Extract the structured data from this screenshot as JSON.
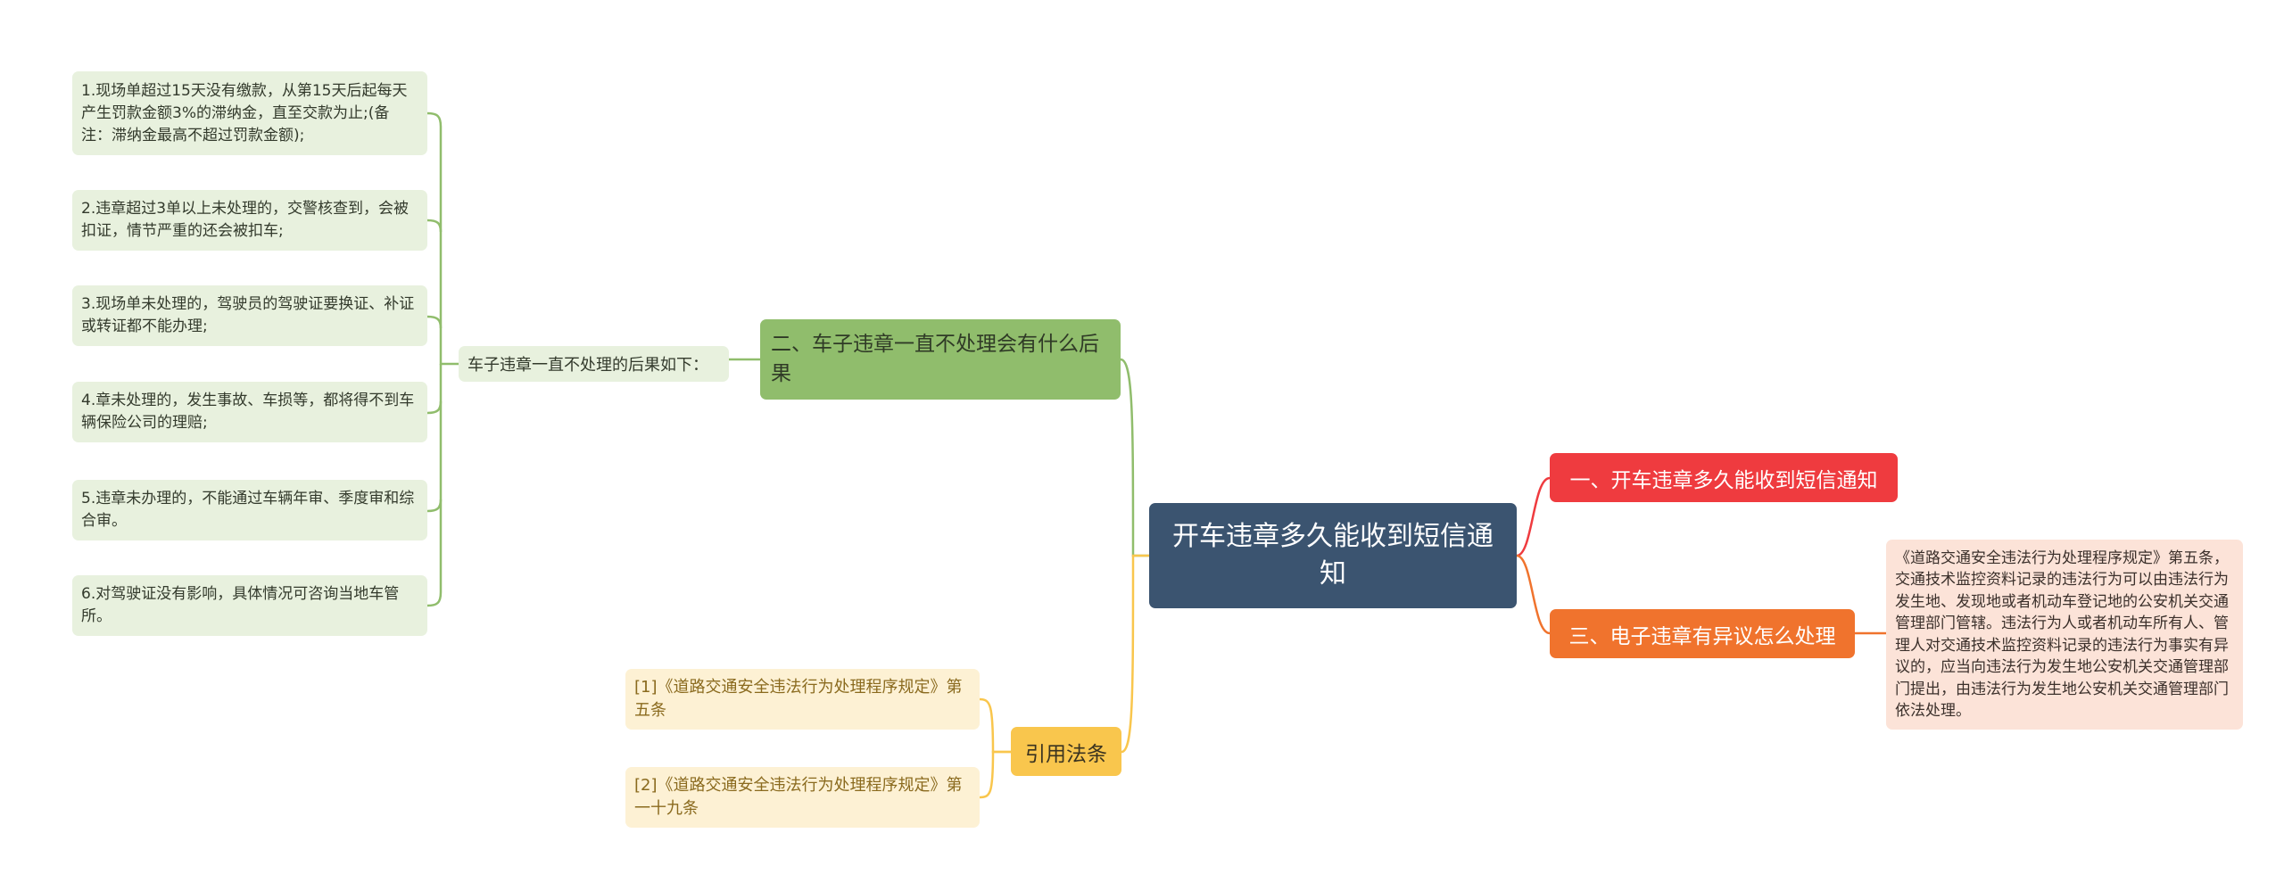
{
  "root": {
    "label": "开车违章多久能收到短信通知"
  },
  "branch1": {
    "label": "一、开车违章多久能收到短信通知"
  },
  "branch2": {
    "label": "二、车子违章一直不处理会有什么后果",
    "intro": "车子违章一直不处理的后果如下：",
    "items": [
      "1.现场单超过15天没有缴款，从第15天后起每天产生罚款金额3%的滞纳金，直至交款为止;(备注：滞纳金最高不超过罚款金额);",
      "2.违章超过3单以上未处理的，交警核查到，会被扣证，情节严重的还会被扣车;",
      "3.现场单未处理的，驾驶员的驾驶证要换证、补证或转证都不能办理;",
      "4.章未处理的，发生事故、车损等，都将得不到车辆保险公司的理赔;",
      "5.违章未办理的，不能通过车辆年审、季度审和综合审。",
      "6.对驾驶证没有影响，具体情况可咨询当地车管所。"
    ]
  },
  "branch3": {
    "label": "三、电子违章有异议怎么处理",
    "detail": "《道路交通安全违法行为处理程序规定》第五条，交通技术监控资料记录的违法行为可以由违法行为发生地、发现地或者机动车登记地的公安机关交通管理部门管辖。违法行为人或者机动车所有人、管理人对交通技术监控资料记录的违法行为事实有异议的，应当向违法行为发生地公安机关交通管理部门提出，由违法行为发生地公安机关交通管理部门依法处理。"
  },
  "citations": {
    "label": "引用法条",
    "items": [
      "[1]《道路交通安全违法行为处理程序规定》第五条",
      "[2]《道路交通安全违法行为处理程序规定》第一十九条"
    ]
  },
  "colors": {
    "root": "#3b5470",
    "branch1": "#ef3b3f",
    "branch2": "#90bd6c",
    "branch3": "#f0732d",
    "citations": "#f9c64d",
    "leaf_green": "#e8f1de",
    "leaf_orange": "#fce3d8",
    "leaf_yellow": "#fdf1d4"
  }
}
